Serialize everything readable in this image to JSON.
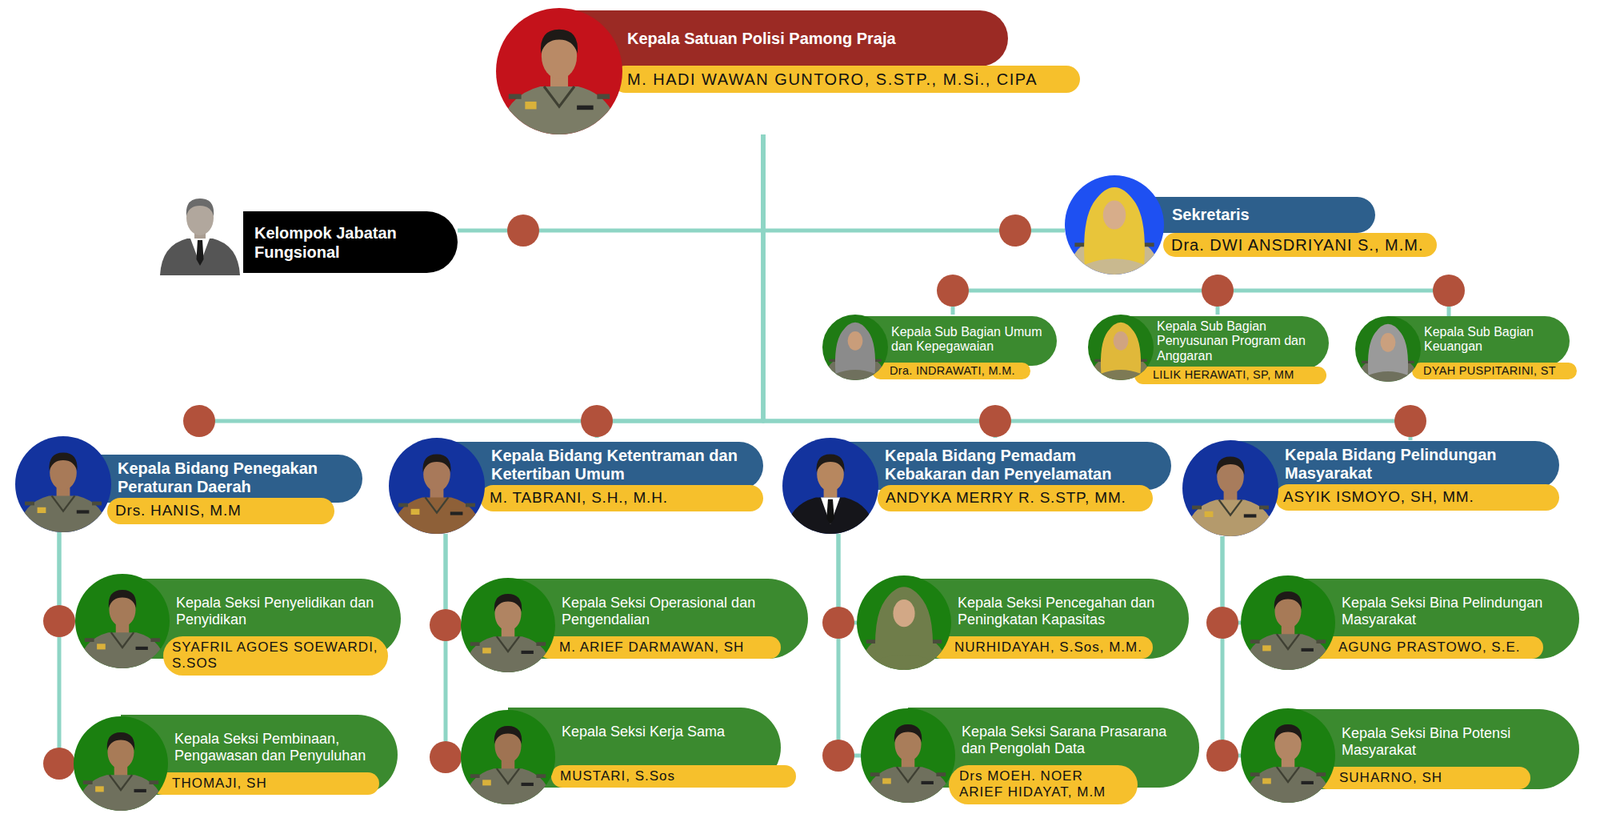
{
  "diagram": {
    "nodes": [
      {
        "text": [
          "Kepala Satuan Polisi Pamong Praja",
          "M. HADI WAWAN GUNTORO, S.STP., M.Si., CIPA"
        ]
      },
      {
        "text": [
          "Kelompok Jabatan Fungsional"
        ]
      },
      {
        "text": [
          "Sekretaris",
          "Dra. DWI ANSDRIYANI S., M.M."
        ]
      },
      {
        "text": [
          "Kepala Sub Bagian Umum dan Kepegawaian",
          "Dra. INDRAWATI, M.M."
        ]
      },
      {
        "text": [
          "Kepala Sub Bagian Penyusunan Program dan Anggaran",
          "LILIK HERAWATI, SP, MM"
        ]
      },
      {
        "text": [
          "Kepala Sub Bagian Keuangan",
          "DYAH PUSPITARINI, ST"
        ]
      },
      {
        "text": [
          "Kepala Bidang Penegakan Peraturan Daerah",
          "Drs. HANIS, M.M"
        ]
      },
      {
        "text": [
          "Kepala Bidang Ketentraman dan Ketertiban Umum",
          "M. TABRANI, S.H., M.H."
        ]
      },
      {
        "text": [
          "Kepala Bidang Pemadam Kebakaran dan Penyelamatan",
          "ANDYKA MERRY R. S.STP, MM."
        ]
      },
      {
        "text": [
          "Kepala Bidang Pelindungan Masyarakat",
          "ASYIK ISMOYO, SH, MM."
        ]
      },
      {
        "text": [
          "Kepala Seksi Penyelidikan dan Penyidikan",
          "SYAFRIL AGOES SOEWARDI, S.SOS"
        ]
      },
      {
        "text": [
          "Kepala Seksi Pembinaan, Pengawasan dan Penyuluhan",
          "THOMAJI, SH"
        ]
      },
      {
        "text": [
          "Kepala Seksi Operasional dan Pengendalian",
          "M. ARIEF DARMAWAN, SH"
        ]
      },
      {
        "text": [
          "Kepala Seksi Kerja Sama",
          "MUSTARI, S.Sos"
        ]
      },
      {
        "text": [
          "Kepala Seksi Pencegahan dan Peningkatan Kapasitas",
          "NURHIDAYAH, S.Sos, M.M."
        ]
      },
      {
        "text": [
          "Kepala Seksi Sarana Prasarana dan Pengolah Data",
          "Drs MOEH. NOER ARIEF HIDAYAT, M.M"
        ]
      },
      {
        "text": [
          "Kepala Seksi Bina Pelindungan Masyarakat",
          "AGUNG PRASTOWO, S.E."
        ]
      },
      {
        "text": [
          "Kepala Seksi Bina Potensi Masyarakat",
          "SUHARNO, SH"
        ]
      }
    ],
    "edges": [
      {
        "from": 0,
        "to": 1,
        "arrow": "none"
      },
      {
        "from": 0,
        "to": 2,
        "arrow": "none"
      },
      {
        "from": 2,
        "to": 3,
        "arrow": "none"
      },
      {
        "from": 2,
        "to": 4,
        "arrow": "none"
      },
      {
        "from": 2,
        "to": 5,
        "arrow": "none"
      },
      {
        "from": 0,
        "to": 6,
        "arrow": "none"
      },
      {
        "from": 0,
        "to": 7,
        "arrow": "none"
      },
      {
        "from": 0,
        "to": 8,
        "arrow": "none"
      },
      {
        "from": 0,
        "to": 9,
        "arrow": "none"
      },
      {
        "from": 6,
        "to": 10,
        "arrow": "none"
      },
      {
        "from": 6,
        "to": 11,
        "arrow": "none"
      },
      {
        "from": 7,
        "to": 12,
        "arrow": "none"
      },
      {
        "from": 7,
        "to": 13,
        "arrow": "none"
      },
      {
        "from": 8,
        "to": 14,
        "arrow": "none"
      },
      {
        "from": 8,
        "to": 15,
        "arrow": "none"
      },
      {
        "from": 9,
        "to": 16,
        "arrow": "none"
      },
      {
        "from": 9,
        "to": 17,
        "arrow": "none"
      }
    ]
  }
}
